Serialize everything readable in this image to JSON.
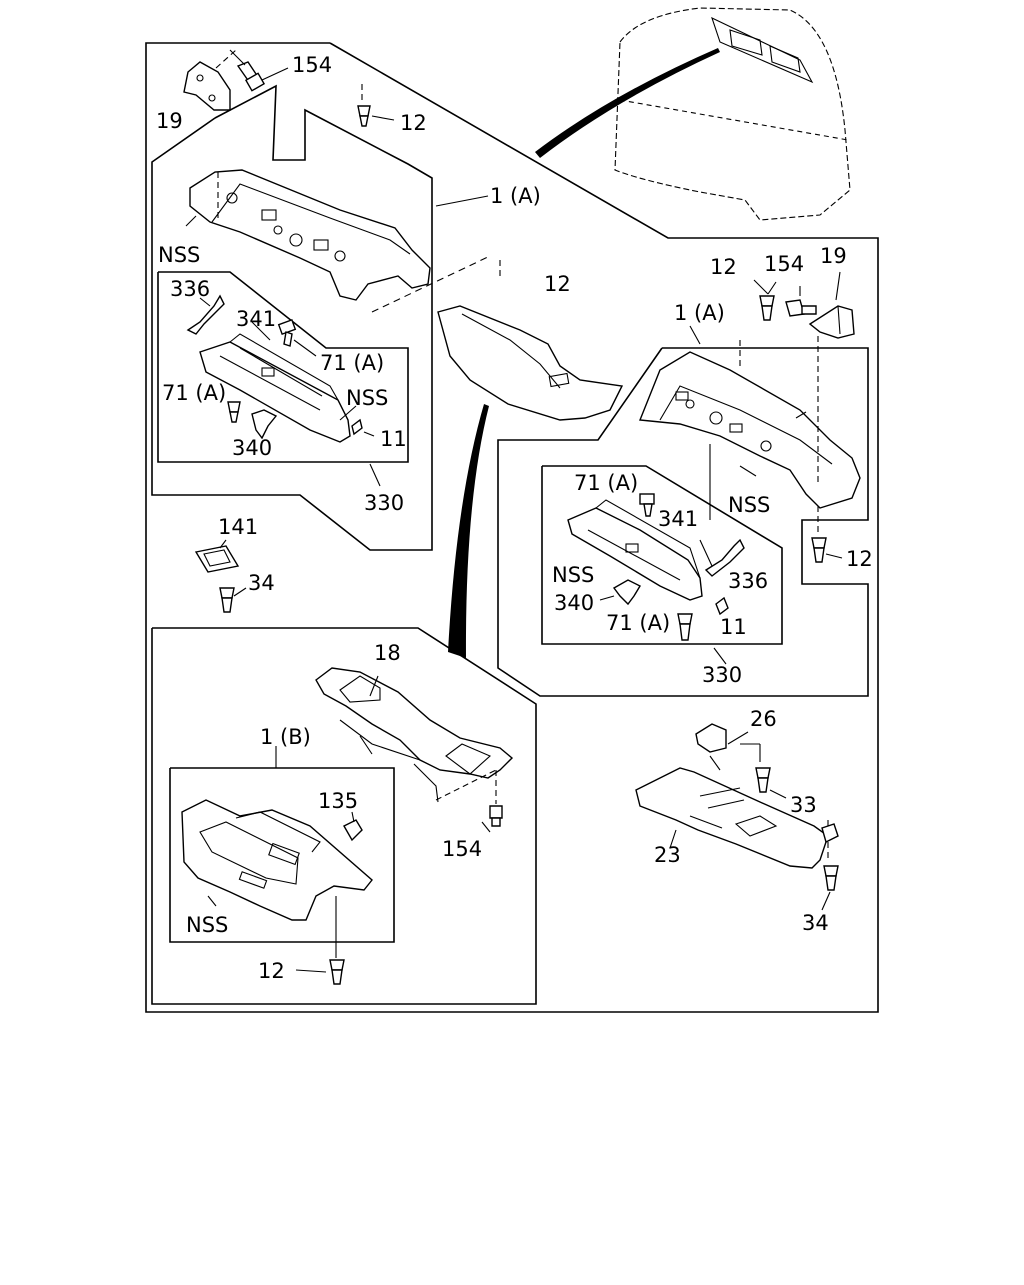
{
  "callouts": {
    "c154_a": "154",
    "c19_a": "19",
    "c12_a": "12",
    "c1a_a": "1 (A)",
    "nss_a": "NSS",
    "c12_b": "12",
    "c336_a": "336",
    "c341_a": "341",
    "c71a_a": "71 (A)",
    "c71a_b": "71 (A)",
    "nss_b": "NSS",
    "c11_a": "11",
    "c340_a": "340",
    "c330_a": "330",
    "c12_c": "12",
    "c154_b": "154",
    "c19_b": "19",
    "c1a_b": "1 (A)",
    "nss_c": "NSS",
    "c12_d": "12",
    "c71a_c": "71 (A)",
    "c341_b": "341",
    "nss_d": "NSS",
    "c336_b": "336",
    "c340_b": "340",
    "c71a_d": "71 (A)",
    "c11_b": "11",
    "c330_b": "330",
    "c141": "141",
    "c34_a": "34",
    "c18": "18",
    "c1b": "1 (B)",
    "c135": "135",
    "c154_c": "154",
    "nss_e": "NSS",
    "c12_e": "12",
    "c26": "26",
    "c33": "33",
    "c23": "23",
    "c34_b": "34"
  },
  "icons": {
    "screw": "screw-icon",
    "bolt": "bolt-icon",
    "bracket": "bracket-icon",
    "clip": "clip-icon"
  }
}
